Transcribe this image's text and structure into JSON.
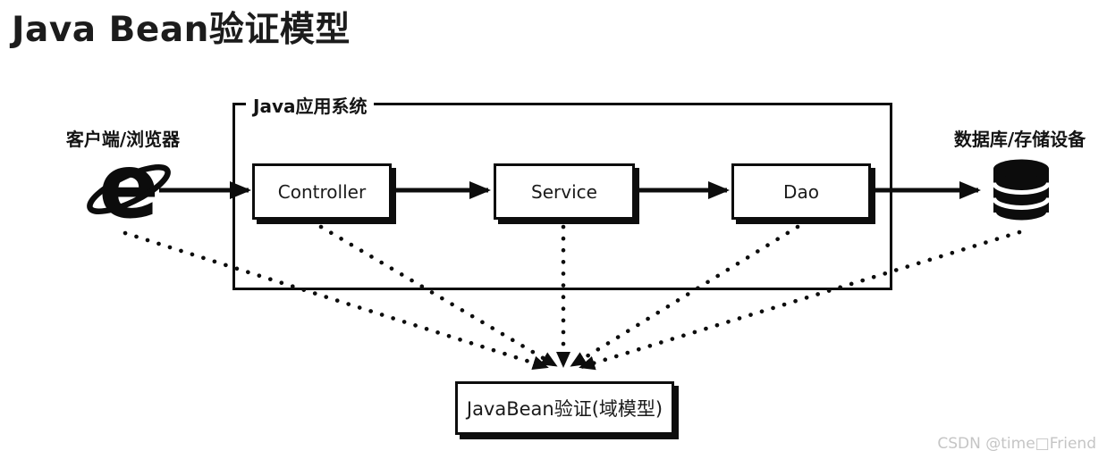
{
  "page": {
    "title": "Java Bean验证模型",
    "watermark": "CSDN @time□Friend",
    "background_color": "#ffffff",
    "ink_color": "#0d0d0d",
    "watermark_color": "#c5c5c5"
  },
  "diagram": {
    "system_container": {
      "label": "Java应用系统"
    },
    "client": {
      "label": "客户端/浏览器",
      "icon": "internet-explorer-icon",
      "icon_glyph": "e"
    },
    "storage": {
      "label": "数据库/存储设备",
      "icon": "database-cylinder-icon"
    },
    "nodes": [
      {
        "id": "controller",
        "label": "Controller"
      },
      {
        "id": "service",
        "label": "Service"
      },
      {
        "id": "dao",
        "label": "Dao"
      }
    ],
    "validation_node": {
      "label": "JavaBean验证(域模型)"
    }
  }
}
